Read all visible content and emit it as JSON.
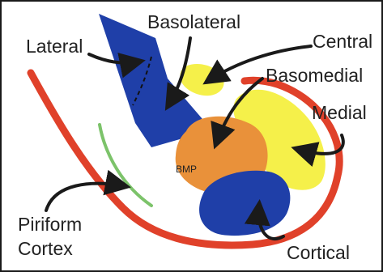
{
  "labels": {
    "lateral": "Lateral",
    "basolateral": "Basolateral",
    "central": "Central",
    "basomedial": "Basomedial",
    "medial": "Medial",
    "piriform_line1": "Piriform",
    "piriform_line2": "Cortex",
    "cortical": "Cortical",
    "bmp": "BMP"
  },
  "colors": {
    "background": "#ffffff",
    "frame": "#1a1a1a",
    "blue_regions": "#1f3fa8",
    "yellow_regions": "#f5f04a",
    "orange_region": "#e9913a",
    "red_outline": "#e0412a",
    "green_line": "#7cc36a",
    "arrows": "#1a1a1a",
    "label_text": "#222222"
  },
  "icons": {
    "arrow": "curved-arrow"
  }
}
